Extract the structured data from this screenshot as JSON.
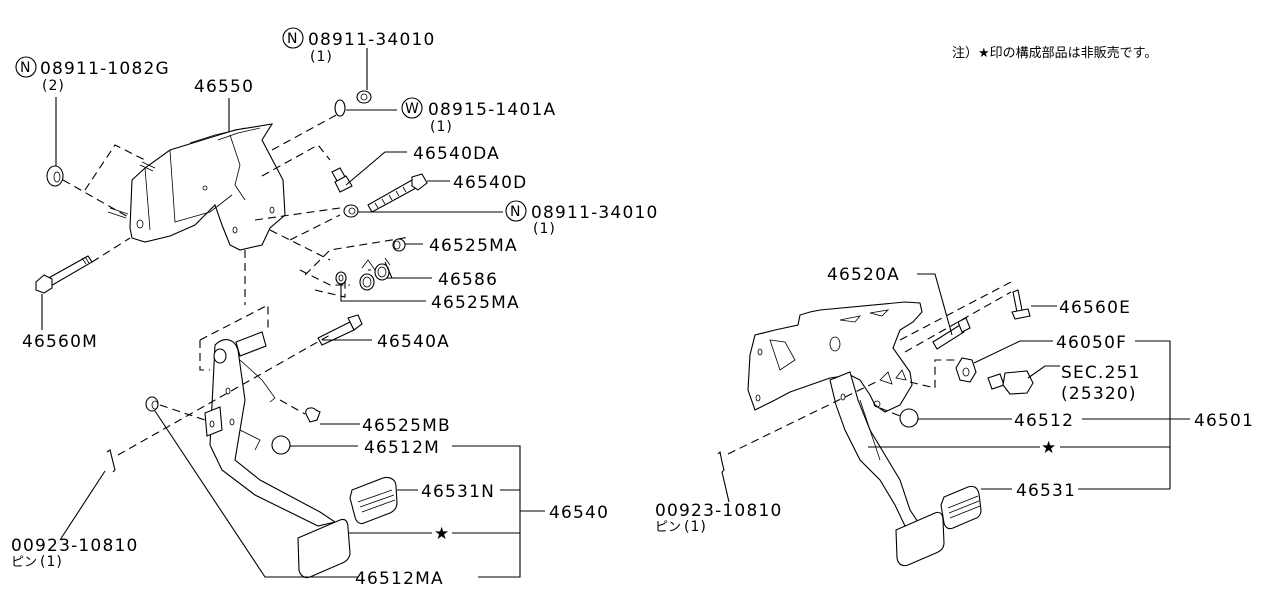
{
  "note": {
    "text": "注）★印の構成部品は非販売です。",
    "meaning": "Parts marked with ★ are not sold separately"
  },
  "left_assembly": {
    "callouts": [
      {
        "id": "c-08911-1082G",
        "part_no": "08911-1082G",
        "prefix": "N",
        "qty": "(2)"
      },
      {
        "id": "c-08911-34010-top",
        "part_no": "08911-34010",
        "prefix": "N",
        "qty": "(1)"
      },
      {
        "id": "c-46550",
        "part_no": "46550"
      },
      {
        "id": "c-08915-1401A",
        "part_no": "08915-1401A",
        "prefix": "W",
        "qty": "(1)"
      },
      {
        "id": "c-46540DA",
        "part_no": "46540DA"
      },
      {
        "id": "c-46540D",
        "part_no": "46540D"
      },
      {
        "id": "c-08911-34010-mid",
        "part_no": "08911-34010",
        "prefix": "N",
        "qty": "(1)"
      },
      {
        "id": "c-46525MA-1",
        "part_no": "46525MA"
      },
      {
        "id": "c-46586",
        "part_no": "46586"
      },
      {
        "id": "c-46525MA-2",
        "part_no": "46525MA"
      },
      {
        "id": "c-46560M",
        "part_no": "46560M"
      },
      {
        "id": "c-46540A",
        "part_no": "46540A"
      },
      {
        "id": "c-46525MB",
        "part_no": "46525MB"
      },
      {
        "id": "c-46512M",
        "part_no": "46512M"
      },
      {
        "id": "c-46531N",
        "part_no": "46531N"
      },
      {
        "id": "c-46540",
        "part_no": "46540"
      },
      {
        "id": "c-star-left",
        "part_no": "★"
      },
      {
        "id": "c-46512MA",
        "part_no": "46512MA"
      },
      {
        "id": "c-00923-10810-left",
        "part_no": "00923-10810",
        "desc": "ピン",
        "qty": "(1)"
      }
    ]
  },
  "right_assembly": {
    "callouts": [
      {
        "id": "c-46520A",
        "part_no": "46520A"
      },
      {
        "id": "c-46560E",
        "part_no": "46560E"
      },
      {
        "id": "c-46050F",
        "part_no": "46050F"
      },
      {
        "id": "c-sec251",
        "part_no": "SEC.251",
        "sub": "(25320)"
      },
      {
        "id": "c-46512",
        "part_no": "46512"
      },
      {
        "id": "c-46501",
        "part_no": "46501"
      },
      {
        "id": "c-star-right",
        "part_no": "★"
      },
      {
        "id": "c-46531",
        "part_no": "46531"
      },
      {
        "id": "c-00923-10810-right",
        "part_no": "00923-10810",
        "desc": "ピン",
        "qty": "(1)"
      }
    ]
  }
}
